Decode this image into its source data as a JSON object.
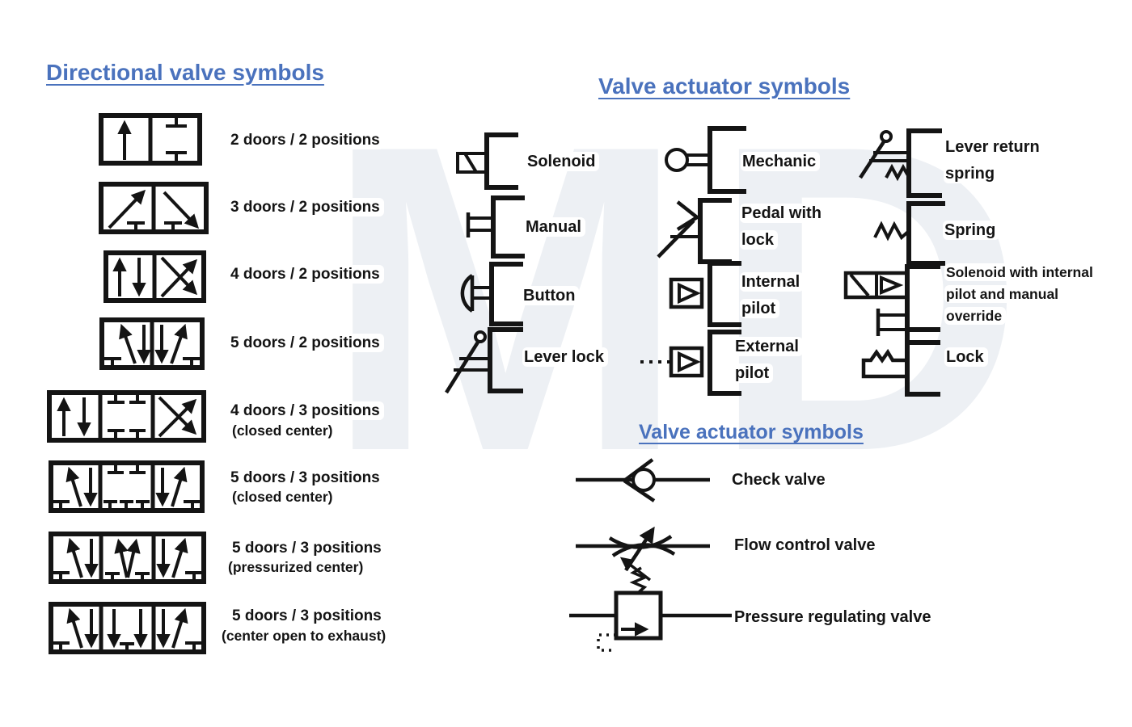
{
  "colors": {
    "title_blue": "#4a72bd",
    "ink": "#141414",
    "watermark_gray": "#edf0f4"
  },
  "watermark": {
    "text": "MD"
  },
  "directional": {
    "title": "Directional valve symbols",
    "items": [
      {
        "icon": "valve-2-2-symbol",
        "label": "2 doors / 2 positions",
        "sublabel": ""
      },
      {
        "icon": "valve-3-2-symbol",
        "label": "3 doors / 2 positions",
        "sublabel": ""
      },
      {
        "icon": "valve-4-2-symbol",
        "label": "4 doors / 2 positions",
        "sublabel": ""
      },
      {
        "icon": "valve-5-2-symbol",
        "label": "5 doors / 2 positions",
        "sublabel": ""
      },
      {
        "icon": "valve-4-3-symbol",
        "label": "4 doors / 3 positions",
        "sublabel": "(closed center)"
      },
      {
        "icon": "valve-5-3-cc-symbol",
        "label": "5 doors / 3 positions",
        "sublabel": "(closed center)"
      },
      {
        "icon": "valve-5-3-pc-symbol",
        "label": "5 doors / 3 positions",
        "sublabel": "(pressurized center)"
      },
      {
        "icon": "valve-5-3-coe-symbol",
        "label": "5 doors / 3 positions",
        "sublabel": "(center open to exhaust)"
      }
    ]
  },
  "actuators": {
    "title": "Valve actuator symbols",
    "items": [
      {
        "icon": "solenoid-icon",
        "label": "Solenoid"
      },
      {
        "icon": "manual-icon",
        "label": "Manual"
      },
      {
        "icon": "button-icon",
        "label": "Button"
      },
      {
        "icon": "lever-lock-icon",
        "label": "Lever lock"
      },
      {
        "icon": "mechanic-icon",
        "label": "Mechanic"
      },
      {
        "icon": "pedal-with-lock-icon",
        "label": "Pedal with lock"
      },
      {
        "icon": "internal-pilot-icon",
        "label": "Internal pilot"
      },
      {
        "icon": "external-pilot-icon",
        "label": "External pilot"
      },
      {
        "icon": "lever-return-spring-icon",
        "label": "Lever return spring"
      },
      {
        "icon": "spring-icon",
        "label": "Spring"
      },
      {
        "icon": "solenoid-internal-pilot-manual-override-icon",
        "label": "Solenoid with internal pilot and manual override"
      },
      {
        "icon": "lock-icon",
        "label": "Lock"
      }
    ]
  },
  "flow_valves": {
    "title": "Valve actuator symbols",
    "items": [
      {
        "icon": "check-valve-icon",
        "label": "Check valve"
      },
      {
        "icon": "flow-control-valve-icon",
        "label": "Flow control valve"
      },
      {
        "icon": "pressure-regulating-valve-icon",
        "label": "Pressure regulating valve"
      }
    ]
  }
}
